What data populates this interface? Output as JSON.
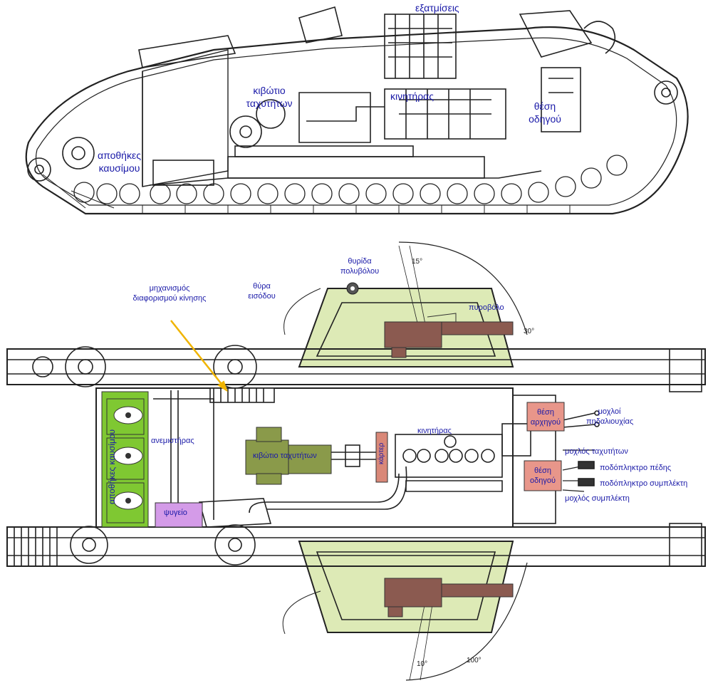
{
  "labels": {
    "exhausts": "εξατμίσεις",
    "gearbox_top": "κιβώτιο ταχυτήτων",
    "engine_top": "κινητήρας",
    "driver_top": "θέση οδηγού",
    "fuel_top": "αποθήκες καυσίμου",
    "mg_hatch": "θυρίδα πολυβόλου",
    "entry_door": "θύρα εισόδου",
    "differential": "μηχανισμός διαφορισμού κίνησης",
    "gun": "πυροβόλο",
    "commander": "θέση αρχηγού",
    "steering_levers": "μοχλοί πηδαλιουχίας",
    "engine_plan": "κινητήρας",
    "fan": "ανεμιστήρας",
    "gearbox_plan": "κιβώτιο ταχυτήτων",
    "crankcase": "κάρτερ",
    "gear_lever": "μοχλός ταχυτήτων",
    "driver_plan": "θέση οδηγού",
    "brake_pedal": "ποδόπληκτρο πέδης",
    "clutch_pedal": "ποδόπληκτρο συμπλέκτη",
    "clutch_lever": "μοχλός συμπλέκτη",
    "radiator": "ψυγείο",
    "fuel_plan": "αποθήκες καυσίμου"
  },
  "drawing_marks": {
    "angle_top_1": "15°",
    "angle_top_2": "30°",
    "angle_bottom_1": "10°",
    "angle_bottom_2": "100°"
  },
  "colors": {
    "label_text": "#1a1aa8",
    "fuel_tanks": "#7fc832",
    "sponson": "#ddeab6",
    "gearbox": "#8a9a4a",
    "gun": "#8b5a50",
    "crew_stations": "#e8968a",
    "radiator": "#d49be8",
    "crankcase": "#d98878",
    "pointer_arrow": "#f0b400"
  }
}
